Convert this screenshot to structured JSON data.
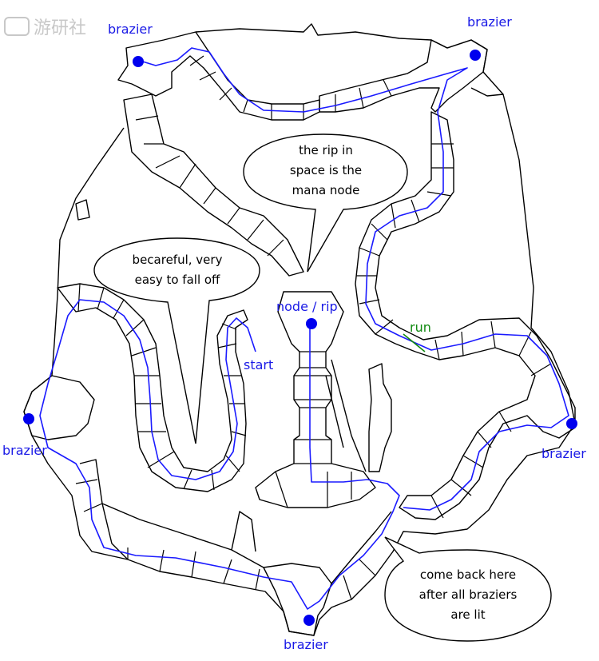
{
  "watermark": "游研社",
  "labels": {
    "brazier_top_left": "brazier",
    "brazier_top_right": "brazier",
    "brazier_left": "brazier",
    "brazier_right": "brazier",
    "brazier_bottom": "brazier",
    "node_rip": "node / rip",
    "start": "start",
    "run": "run"
  },
  "notes": {
    "rip": [
      "the rip in",
      "space is the",
      "mana node"
    ],
    "careful": [
      "becareful, very",
      "easy to fall off"
    ],
    "come_back": [
      "come back here",
      "after all braziers",
      "are lit"
    ]
  },
  "colors": {
    "route": "#1a1aff",
    "brazier_dot": "#0000ee",
    "run_label": "#118a11"
  }
}
